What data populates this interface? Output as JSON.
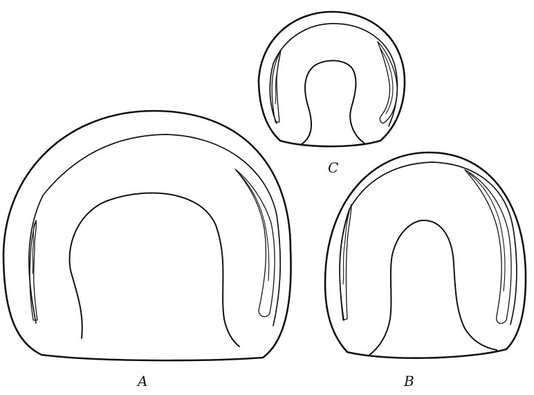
{
  "figure": {
    "labels": {
      "a": "A",
      "b": "B",
      "c": "C"
    }
  }
}
